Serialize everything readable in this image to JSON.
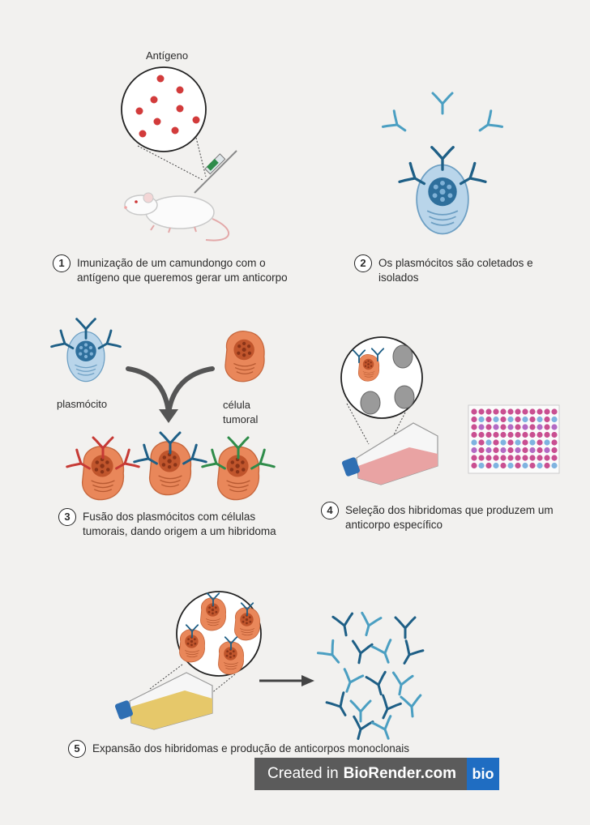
{
  "labels": {
    "antigen": "Antígeno",
    "plasma_cell": "plasmócito",
    "tumor_cell_line1": "célula",
    "tumor_cell_line2": "tumoral"
  },
  "steps": [
    {
      "number": "1",
      "text": "Imunização de um camundongo com o antígeno que queremos gerar um anticorpo"
    },
    {
      "number": "2",
      "text": "Os plasmócitos são coletados e isolados"
    },
    {
      "number": "3",
      "text": "Fusão dos plasmócitos com células tumorais, dando origem a um hibridoma"
    },
    {
      "number": "4",
      "text": "Seleção dos hibridomas que produzem um anticorpo específico"
    },
    {
      "number": "5",
      "text": "Expansão dos hibridomas  e produção de anticorpos monoclonais"
    }
  ],
  "badge": {
    "prefix": "Created in",
    "brand": "BioRender.com",
    "logo": "bio"
  },
  "colors": {
    "antibody_dark": "#1e5f86",
    "antibody_light": "#4b9fc2",
    "plasma_cell": "#b9d5ea",
    "tumor_cell": "#e9875a",
    "nucleus_tumor": "#c0552c",
    "antigen": "#d23b3b",
    "hybrid_red": "#c63a35",
    "hybrid_green": "#2f8c4a"
  },
  "icons": [
    "mouse-icon",
    "syringe-icon",
    "antibody-icon",
    "plasma-cell-icon",
    "tumor-cell-icon",
    "hybridoma-icon",
    "culture-flask-icon",
    "well-plate-icon",
    "arrow-icon"
  ]
}
